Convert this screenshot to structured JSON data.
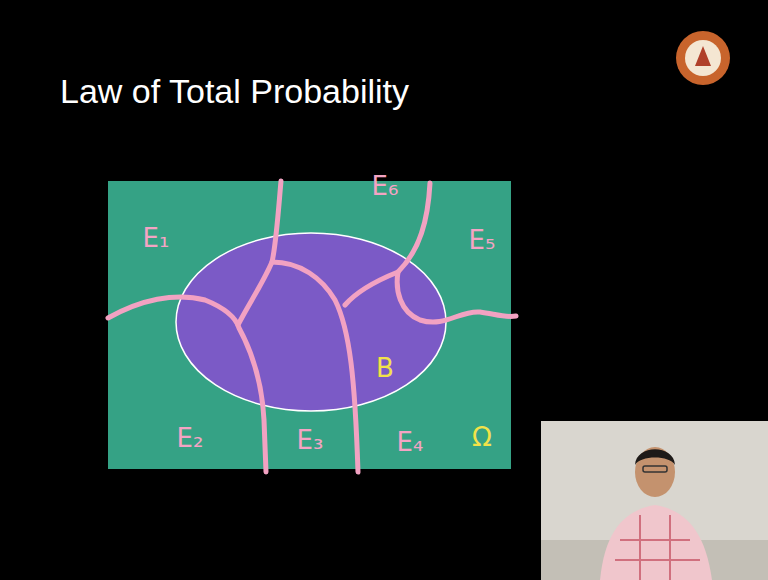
{
  "diagram": {
    "title": "Law of Total Probability",
    "nodes": [
      {
        "text": [
          "Ω"
        ]
      },
      {
        "text": [
          "B"
        ],
        "in": 0
      }
    ],
    "labels": [
      "E₁",
      "E₆",
      "E₅",
      "E₂",
      "E₃",
      "E₄"
    ]
  }
}
